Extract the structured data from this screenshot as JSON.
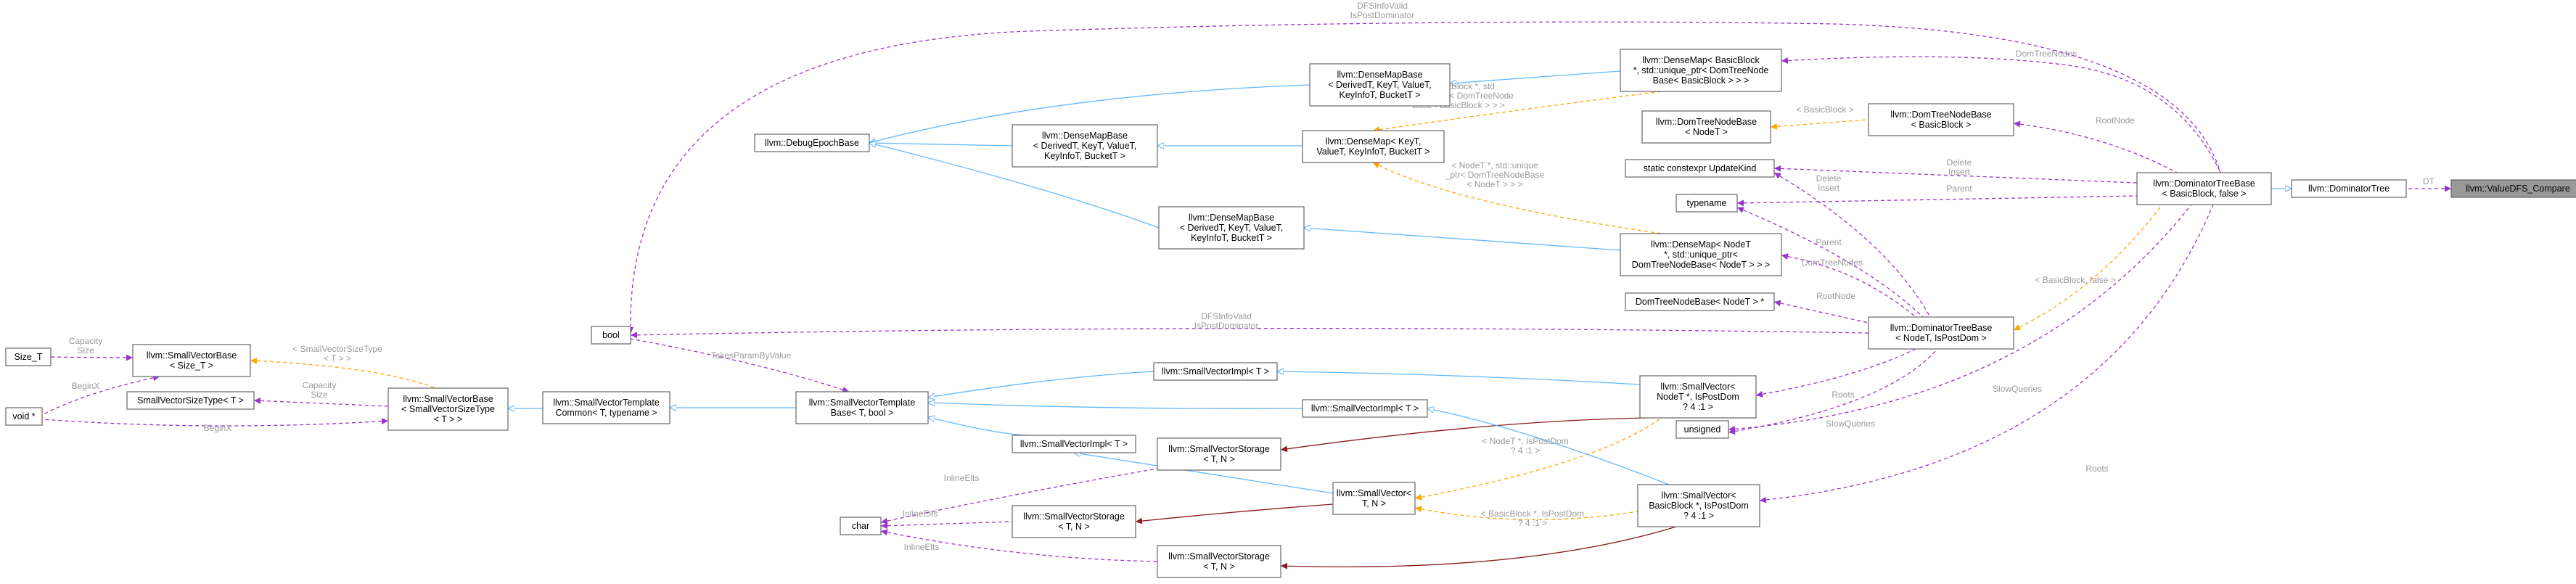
{
  "colors": {
    "inherit": "#63b8ff",
    "usage": "#9a32cd",
    "template": "#ffa500",
    "composition": "#8b1a1a",
    "label": "#9a9a9a",
    "highlight": "#999999"
  },
  "nodes": [
    {
      "id": "vdfs",
      "lines": [
        "llvm::ValueDFS_Compare"
      ],
      "highlight": true
    },
    {
      "id": "dt",
      "lines": [
        "llvm::DominatorTree"
      ]
    },
    {
      "id": "dtb_bb",
      "lines": [
        "llvm::DominatorTreeBase",
        "< BasicBlock, false >"
      ]
    },
    {
      "id": "dtb",
      "lines": [
        "llvm::DominatorTreeBase",
        "< NodeT, IsPostDom >"
      ]
    },
    {
      "id": "dm_bb",
      "lines": [
        "llvm::DenseMap< BasicBlock",
        " *, std::unique_ptr< DomTreeNode",
        "Base< BasicBlock > > >"
      ]
    },
    {
      "id": "dtnb_gen",
      "lines": [
        "llvm::DomTreeNodeBase",
        "< NodeT >"
      ]
    },
    {
      "id": "dtnb_bb",
      "lines": [
        "llvm::DomTreeNodeBase",
        "< BasicBlock >"
      ]
    },
    {
      "id": "uk",
      "lines": [
        "static constexpr UpdateKind"
      ]
    },
    {
      "id": "typename",
      "lines": [
        "typename"
      ]
    },
    {
      "id": "dm_nodet",
      "lines": [
        "llvm::DenseMap< NodeT",
        " *, std::unique_ptr<",
        "DomTreeNodeBase< NodeT > > >"
      ]
    },
    {
      "id": "dtnb_ptr",
      "lines": [
        "DomTreeNodeBase< NodeT > *"
      ]
    },
    {
      "id": "dmb1",
      "lines": [
        "llvm::DenseMapBase",
        "< DerivedT, KeyT, ValueT,",
        "KeyInfoT, BucketT >"
      ]
    },
    {
      "id": "dm_gen",
      "lines": [
        "llvm::DenseMap< KeyT,",
        "ValueT, KeyInfoT, BucketT >"
      ]
    },
    {
      "id": "dmb2",
      "lines": [
        "llvm::DenseMapBase",
        "< DerivedT, KeyT, ValueT,",
        "KeyInfoT, BucketT >"
      ]
    },
    {
      "id": "dmb3",
      "lines": [
        "llvm::DenseMapBase",
        "< DerivedT, KeyT, ValueT,",
        "KeyInfoT, BucketT >"
      ]
    },
    {
      "id": "debug",
      "lines": [
        "llvm::DebugEpochBase"
      ]
    },
    {
      "id": "bool",
      "lines": [
        "bool"
      ]
    },
    {
      "id": "size_t",
      "lines": [
        "Size_T"
      ]
    },
    {
      "id": "voidp",
      "lines": [
        "void *"
      ]
    },
    {
      "id": "svb_size",
      "lines": [
        "llvm::SmallVectorBase",
        "< Size_T >"
      ]
    },
    {
      "id": "svst_t",
      "lines": [
        "SmallVectorSizeType< T >"
      ]
    },
    {
      "id": "svb_t",
      "lines": [
        "llvm::SmallVectorBase",
        "< SmallVectorSizeType",
        "< T > >"
      ]
    },
    {
      "id": "svtc",
      "lines": [
        "llvm::SmallVectorTemplate",
        "Common< T, typename >"
      ]
    },
    {
      "id": "svtb",
      "lines": [
        "llvm::SmallVectorTemplate",
        "Base< T, bool >"
      ]
    },
    {
      "id": "svi1",
      "lines": [
        "llvm::SmallVectorImpl< T >"
      ]
    },
    {
      "id": "svi2",
      "lines": [
        "llvm::SmallVectorImpl< T >"
      ]
    },
    {
      "id": "svi3",
      "lines": [
        "llvm::SmallVectorImpl< T >"
      ]
    },
    {
      "id": "svs1",
      "lines": [
        "llvm::SmallVectorStorage",
        "< T, N >"
      ]
    },
    {
      "id": "svs2",
      "lines": [
        "llvm::SmallVectorStorage",
        "< T, N >"
      ]
    },
    {
      "id": "svs3",
      "lines": [
        "llvm::SmallVectorStorage",
        "< T, N >"
      ]
    },
    {
      "id": "char",
      "lines": [
        "char"
      ]
    },
    {
      "id": "sv_gen",
      "lines": [
        "llvm::SmallVector<",
        "T, N >"
      ]
    },
    {
      "id": "sv_nodet",
      "lines": [
        "llvm::SmallVector<",
        "NodeT *, IsPostDom",
        "? 4 :1 >"
      ]
    },
    {
      "id": "sv_bb",
      "lines": [
        "llvm::SmallVector<",
        "BasicBlock *, IsPostDom",
        "? 4 :1 >"
      ]
    },
    {
      "id": "unsigned",
      "lines": [
        "unsigned"
      ]
    }
  ],
  "edges": [
    {
      "id": "e_dt_vdfs",
      "kind": "usage",
      "label": [
        "DT"
      ]
    },
    {
      "id": "e_dtbbb_dt",
      "kind": "inherit",
      "label": []
    },
    {
      "id": "e_dtb_dtbbb",
      "kind": "template",
      "label": [
        "< BasicBlock, false >"
      ]
    },
    {
      "id": "e_dmbb_dtbbb",
      "kind": "usage",
      "label": [
        "DomTreeNodes"
      ]
    },
    {
      "id": "e_dtnbbb_dtbbb",
      "kind": "usage",
      "label": [
        "RootNode"
      ]
    },
    {
      "id": "e_uk_dtbbb",
      "kind": "usage",
      "label": [
        "Delete",
        "Insert"
      ]
    },
    {
      "id": "e_tn_dtbbb",
      "kind": "usage",
      "label": [
        "Parent"
      ]
    },
    {
      "id": "e_bool_dtbbb",
      "kind": "usage",
      "label": [
        "DFSInfoValid",
        "IsPostDominator"
      ]
    },
    {
      "id": "e_unsigned_dtbbb",
      "kind": "usage",
      "label": [
        "SlowQueries"
      ]
    },
    {
      "id": "e_svbb_dtbbb",
      "kind": "usage",
      "label": [
        "Roots"
      ]
    },
    {
      "id": "e_dtnbgen_dtnbbb",
      "kind": "template",
      "label": [
        "< BasicBlock >"
      ]
    },
    {
      "id": "e_uk_dtb",
      "kind": "usage",
      "label": [
        "Delete",
        "Insert"
      ]
    },
    {
      "id": "e_tn_dtb",
      "kind": "usage",
      "label": [
        "Parent"
      ]
    },
    {
      "id": "e_dmnodet_dtb",
      "kind": "usage",
      "label": [
        "DomTreeNodes"
      ]
    },
    {
      "id": "e_ptr_dtb",
      "kind": "usage",
      "label": [
        "RootNode"
      ]
    },
    {
      "id": "e_bool_dtb",
      "kind": "usage",
      "label": [
        "DFSInfoValid",
        "IsPostDominator"
      ]
    },
    {
      "id": "e_svnodet_dtb",
      "kind": "usage",
      "label": [
        "Roots"
      ]
    },
    {
      "id": "e_unsigned_dtb",
      "kind": "usage",
      "label": [
        "SlowQueries"
      ]
    },
    {
      "id": "e_dmb1_dmbb",
      "kind": "inherit",
      "label": []
    },
    {
      "id": "e_dmgen_dmbb",
      "kind": "template",
      "label": [
        "< BasicBlock *, std",
        "::unique_ptr< DomTreeNode",
        "Base< BasicBlock > > >"
      ]
    },
    {
      "id": "e_dmb3_dmnodet",
      "kind": "inherit",
      "label": []
    },
    {
      "id": "e_dmgen_dmnodet",
      "kind": "template",
      "label": [
        "< NodeT *, std::unique",
        "_ptr< DomTreeNodeBase",
        "< NodeT > > >"
      ]
    },
    {
      "id": "e_dmb2_dmgen",
      "kind": "inherit",
      "label": []
    },
    {
      "id": "e_debug_dmb1",
      "kind": "inherit",
      "label": []
    },
    {
      "id": "e_debug_dmb2",
      "kind": "inherit",
      "label": []
    },
    {
      "id": "e_debug_dmb3",
      "kind": "inherit",
      "label": []
    },
    {
      "id": "e_size_svbsize",
      "kind": "usage",
      "label": [
        "Capacity",
        "Size"
      ]
    },
    {
      "id": "e_void_svbsize",
      "kind": "usage",
      "label": [
        "BeginX"
      ]
    },
    {
      "id": "e_svbsize_svbt",
      "kind": "template",
      "label": [
        "< SmallVectorSizeType",
        "< T > >"
      ]
    },
    {
      "id": "e_svst_svbt",
      "kind": "usage",
      "label": [
        "Capacity",
        "Size"
      ]
    },
    {
      "id": "e_void_svbt",
      "kind": "usage",
      "label": [
        "BeginX"
      ]
    },
    {
      "id": "e_svbt_svtc",
      "kind": "inherit",
      "label": []
    },
    {
      "id": "e_svtc_svtb",
      "kind": "inherit",
      "label": []
    },
    {
      "id": "e_bool_svtb",
      "kind": "usage",
      "label": [
        "TakesParamByValue"
      ]
    },
    {
      "id": "e_svtb_svi1",
      "kind": "inherit",
      "label": []
    },
    {
      "id": "e_svtb_svi2",
      "kind": "inherit",
      "label": []
    },
    {
      "id": "e_svtb_svi3",
      "kind": "inherit",
      "label": []
    },
    {
      "id": "e_svi1_svnodet",
      "kind": "inherit",
      "label": []
    },
    {
      "id": "e_svs1_svnodet",
      "kind": "composition",
      "label": []
    },
    {
      "id": "e_svgen_svnodet",
      "kind": "template",
      "label": [
        "< NodeT *, IsPostDom",
        "? 4 :1 >"
      ]
    },
    {
      "id": "e_svi2_svbb",
      "kind": "inherit",
      "label": []
    },
    {
      "id": "e_svs3_svbb",
      "kind": "composition",
      "label": []
    },
    {
      "id": "e_svgen_svbb",
      "kind": "template",
      "label": [
        "< BasicBlock *, IsPostDom",
        "? 4 :1 >"
      ]
    },
    {
      "id": "e_svi3_svgen",
      "kind": "inherit",
      "label": []
    },
    {
      "id": "e_svs2_svgen",
      "kind": "composition",
      "label": []
    },
    {
      "id": "e_char_svs1",
      "kind": "usage",
      "label": [
        "InlineElts"
      ]
    },
    {
      "id": "e_char_svs2",
      "kind": "usage",
      "label": [
        "InlineElts"
      ]
    },
    {
      "id": "e_char_svs3",
      "kind": "usage",
      "label": [
        "InlineElts"
      ]
    }
  ]
}
